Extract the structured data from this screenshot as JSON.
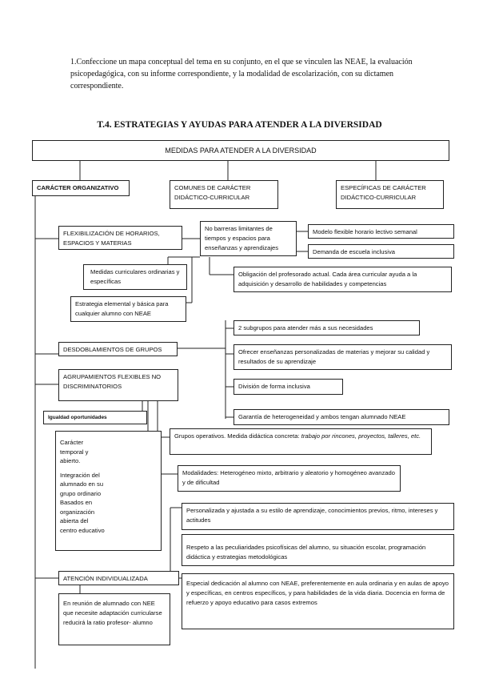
{
  "intro_text": "1.Confeccione un mapa conceptual del tema en su conjunto, en el que se vinculen las NEAE, la evaluación psicopedagógica, con su informe correspondiente, y la modalidad de escolarización, con su dictamen correspondiente.",
  "heading": "T.4. ESTRATEGIAS Y AYUDAS PARA ATENDER A LA DIVERSIDAD",
  "map": {
    "root": "MEDIDAS PARA ATENDER A LA DIVERSIDAD",
    "caracter_organizativo": "CARÁCTER ORGANIZATIVO",
    "comunes": "COMUNES DE CARÁCTER DIDÁCTICO-CURRICULAR",
    "especificas": "ESPECÍFICAS DE CARÁCTER DIDÁCTICO-CURRICULAR",
    "flexibilizacion": "FLEXIBILIZACIÓN DE HORARIOS, ESPACIOS Y MATERIAS",
    "no_barreras": "No barreras limitantes de tiempos y espacios para enseñanzas y aprendizajes",
    "modelo_flexible": "Modelo flexible horario lectivo semanal",
    "demanda": "Demanda de escuela inclusiva",
    "medidas_curriculares": "Medidas curriculares ordinarias y específicas",
    "obligacion": "Obligación del profesorado actual. Cada área curricular ayuda a la adquisición y desarrollo de habilidades y competencias",
    "estrategia": "Estrategia elemental y básica para cualquier alumno con NEAE",
    "dos_subgrupos": "2 subgrupos para atender más a sus necesidades",
    "desdoblamientos": "DESDOBLAMIENTOS DE GRUPOS",
    "ofrecer": "Ofrecer enseñanzas personalizadas de materias y mejorar su calidad y resultados de su aprendizaje",
    "agrupamientos": "AGRUPAMIENTOS FLEXIBLES NO DISCRIMINATORIOS",
    "division": "División de forma inclusiva",
    "igualdad": "Igualdad oportunidades",
    "garantia": "Garantía de heterogeneidad y ambos tengan alumnado NEAE",
    "caracter_temporal": "Carácter temporal y abierto.",
    "integracion": "Integración del alumnado en su grupo ordinario Basados en organización abierta del centro educativo",
    "grupos_operativos_prefix": "Grupos operativos. Medida didáctica concreta:",
    "grupos_operativos_italic": "trabajo por rincones, proyectos, talleres, etc.",
    "modalidades": "Modalidades: Heterogéneo mixto, arbitrario y aleatorio y homogéneo avanzado y de dificultad",
    "personalizada": "Personalizada y ajustada a su estilo de aprendizaje, conocimientos previos, ritmo, intereses y actitudes",
    "respeto": "Respeto a las peculiaridades psicofísicas del alumno, su situación escolar, programación didáctica y estrategias metodológicas",
    "atencion": "ATENCIÓN INDIVIDUALIZADA",
    "especial_dedicacion": "Especial dedicación al alumno con NEAE, preferentemente en aula ordinaria y en aulas de apoyo y específicas, en centros específicos, y para habilidades de la vida diaria. Docencia en forma de refuerzo y apoyo educativo para casos extremos",
    "reunion": "En reunión de alumnado con NEE que necesite adaptación curricularse reducirá la ratio profesor- alumno"
  }
}
